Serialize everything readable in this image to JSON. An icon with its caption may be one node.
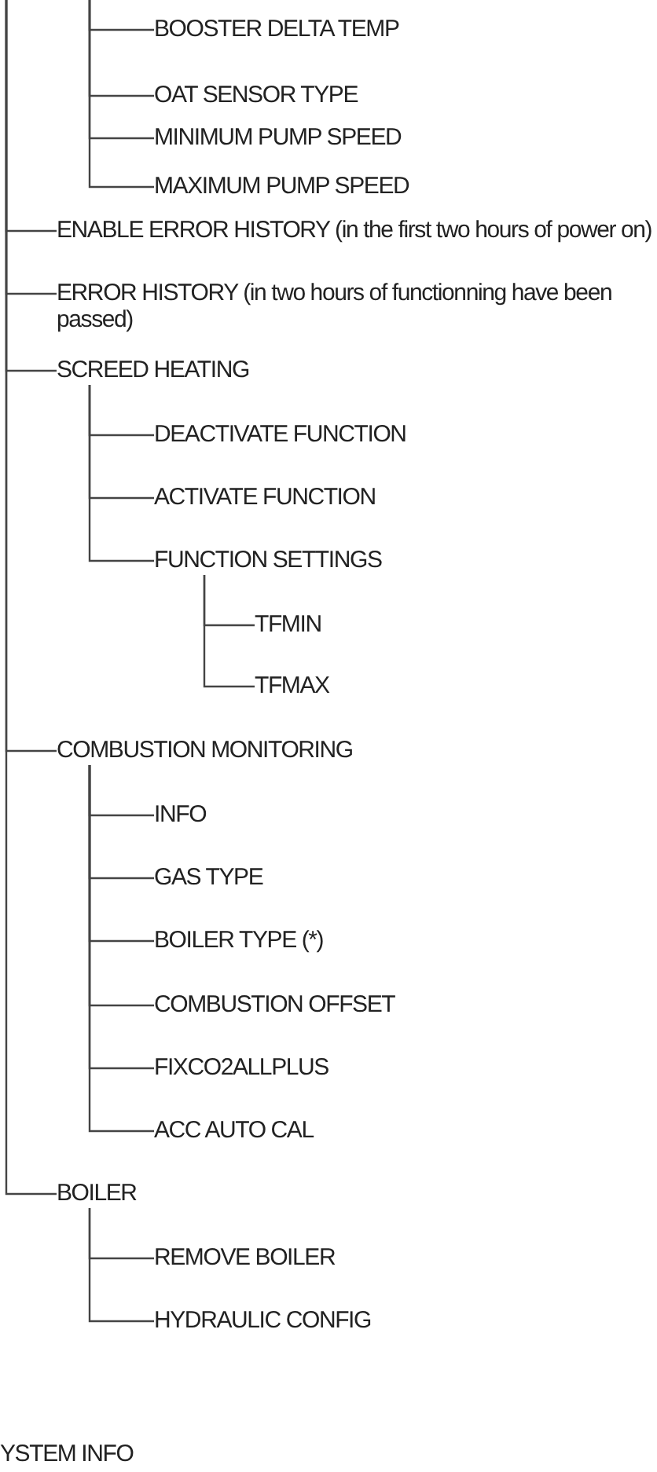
{
  "diagram": {
    "nodes": [
      {
        "text": [
          "BOOSTER DELTA TEMP"
        ]
      },
      {
        "text": [
          "OAT SENSOR TYPE"
        ]
      },
      {
        "text": [
          "MINIMUM PUMP SPEED"
        ]
      },
      {
        "text": [
          "MAXIMUM PUMP SPEED"
        ]
      },
      {
        "text": [
          "ENABLE ERROR HISTORY (in the first two hours of power on)"
        ]
      },
      {
        "text": [
          "ERROR HISTORY (in two hours of functionning have been passed)"
        ]
      },
      {
        "text": [
          "SCREED HEATING"
        ]
      },
      {
        "text": [
          "DEACTIVATE FUNCTION"
        ]
      },
      {
        "text": [
          "ACTIVATE FUNCTION"
        ]
      },
      {
        "text": [
          "FUNCTION SETTINGS"
        ]
      },
      {
        "text": [
          "TFMIN"
        ]
      },
      {
        "text": [
          "TFMAX"
        ]
      },
      {
        "text": [
          "COMBUSTION MONITORING"
        ]
      },
      {
        "text": [
          "INFO"
        ]
      },
      {
        "text": [
          "GAS TYPE"
        ]
      },
      {
        "text": [
          "BOILER TYPE (*)"
        ]
      },
      {
        "text": [
          "COMBUSTION OFFSET"
        ]
      },
      {
        "text": [
          "FIXCO2ALLPLUS"
        ]
      },
      {
        "text": [
          "ACC AUTO CAL"
        ]
      },
      {
        "text": [
          "BOILER"
        ]
      },
      {
        "text": [
          "REMOVE BOILER"
        ]
      },
      {
        "text": [
          "HYDRAULIC CONFIG"
        ]
      }
    ],
    "edges": [
      {
        "from": null,
        "to": 0,
        "arrow": "none"
      },
      {
        "from": null,
        "to": 1,
        "arrow": "none"
      },
      {
        "from": null,
        "to": 2,
        "arrow": "none"
      },
      {
        "from": null,
        "to": 3,
        "arrow": "none"
      },
      {
        "from": null,
        "to": 4,
        "arrow": "none"
      },
      {
        "from": null,
        "to": 5,
        "arrow": "none"
      },
      {
        "from": null,
        "to": 6,
        "arrow": "none"
      },
      {
        "from": 6,
        "to": 7,
        "arrow": "none"
      },
      {
        "from": 6,
        "to": 8,
        "arrow": "none"
      },
      {
        "from": 6,
        "to": 9,
        "arrow": "none"
      },
      {
        "from": 9,
        "to": 10,
        "arrow": "none"
      },
      {
        "from": 9,
        "to": 11,
        "arrow": "none"
      },
      {
        "from": null,
        "to": 12,
        "arrow": "none"
      },
      {
        "from": 12,
        "to": 13,
        "arrow": "none"
      },
      {
        "from": 12,
        "to": 14,
        "arrow": "none"
      },
      {
        "from": 12,
        "to": 15,
        "arrow": "none"
      },
      {
        "from": 12,
        "to": 16,
        "arrow": "none"
      },
      {
        "from": 12,
        "to": 17,
        "arrow": "none"
      },
      {
        "from": 12,
        "to": 18,
        "arrow": "none"
      },
      {
        "from": null,
        "to": 19,
        "arrow": "none"
      },
      {
        "from": 19,
        "to": 20,
        "arrow": "none"
      },
      {
        "from": 19,
        "to": 21,
        "arrow": "none"
      }
    ],
    "labels": [
      "YSTEM INFO"
    ]
  }
}
